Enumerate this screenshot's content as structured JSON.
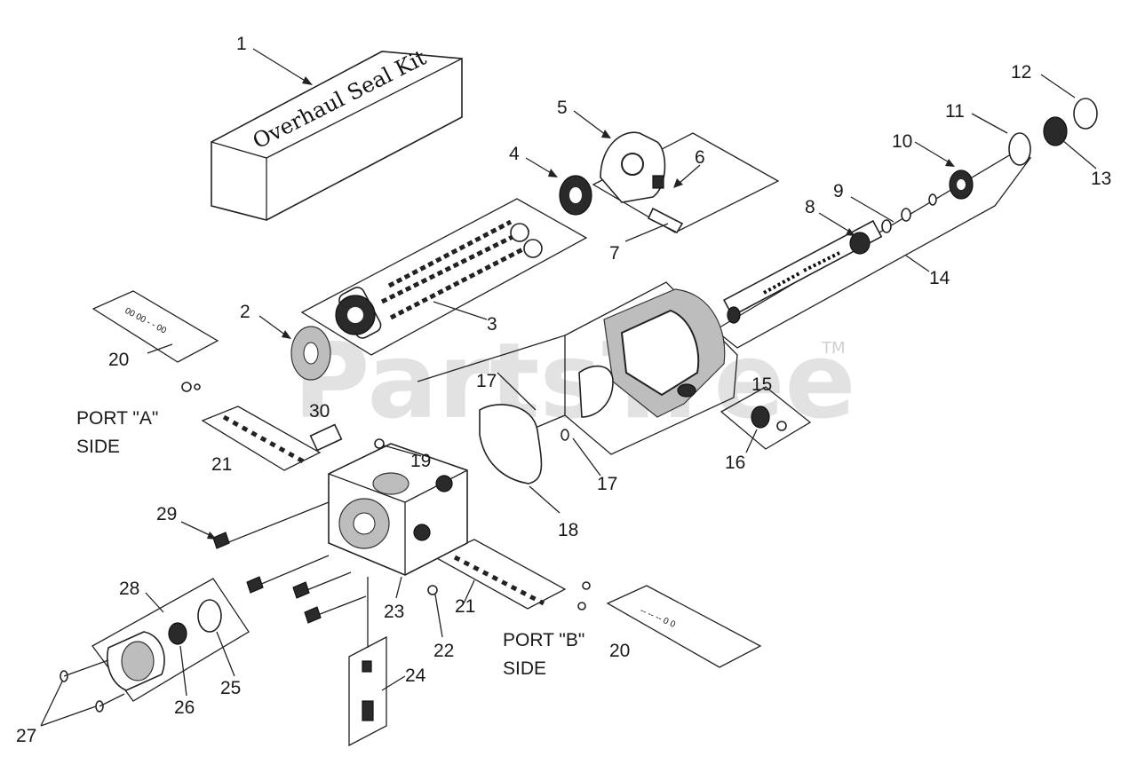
{
  "watermark": {
    "text": "PartsTree",
    "tm": "TM"
  },
  "kit_label": "Overhaul Seal Kit",
  "ports": {
    "a_line1": "PORT \"A\"",
    "a_line2": "SIDE",
    "b_line1": "PORT \"B\"",
    "b_line2": "SIDE"
  },
  "callouts": [
    "1",
    "2",
    "3",
    "4",
    "5",
    "6",
    "7",
    "8",
    "9",
    "10",
    "11",
    "12",
    "13",
    "14",
    "15",
    "16",
    "17",
    "17",
    "18",
    "19",
    "20",
    "20",
    "21",
    "21",
    "22",
    "23",
    "24",
    "25",
    "26",
    "27",
    "28",
    "29",
    "30"
  ]
}
